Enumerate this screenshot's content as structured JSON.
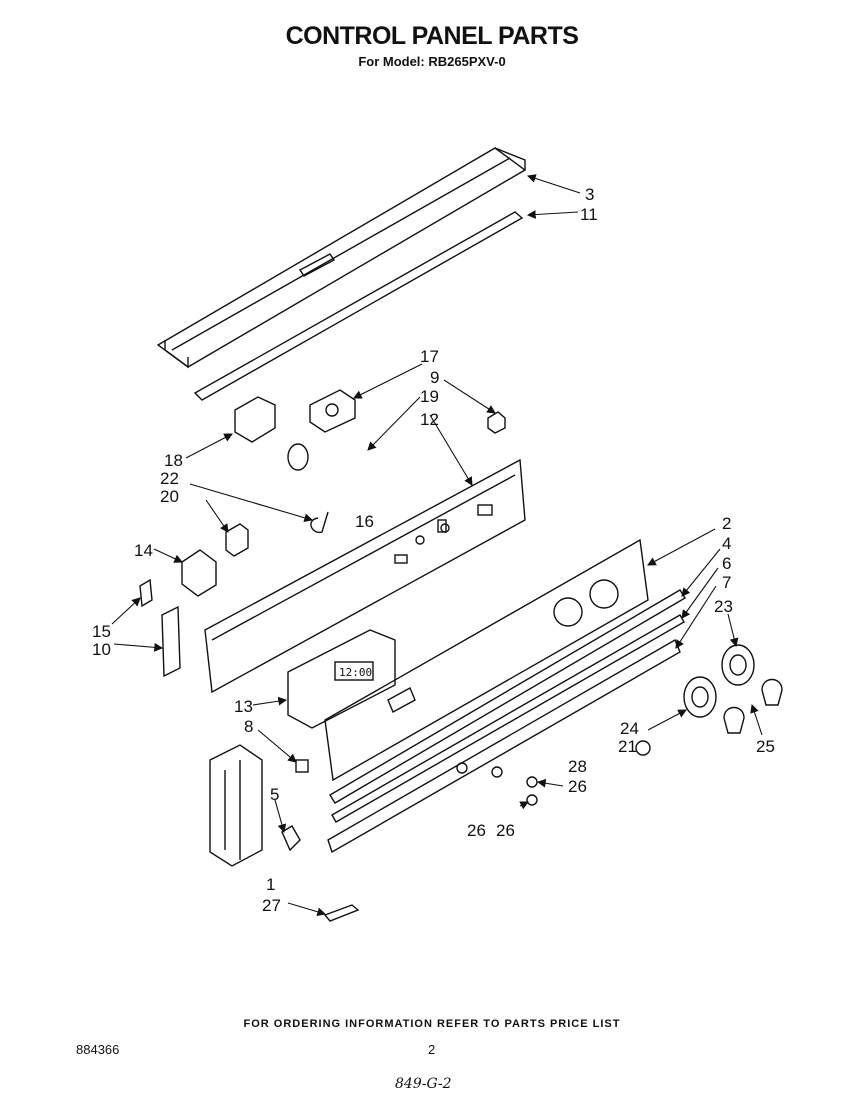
{
  "header": {
    "title": "CONTROL PANEL PARTS",
    "subtitle": "For Model: RB265PXV-0"
  },
  "callouts": [
    "1",
    "2",
    "3",
    "4",
    "5",
    "6",
    "7",
    "8",
    "9",
    "10",
    "11",
    "12",
    "13",
    "14",
    "15",
    "16",
    "17",
    "18",
    "19",
    "20",
    "21",
    "22",
    "23",
    "24",
    "25",
    "26",
    "26",
    "26",
    "27",
    "28"
  ],
  "footer": {
    "note": "FOR ORDERING INFORMATION REFER TO PARTS PRICE LIST",
    "doc_number": "884366",
    "page_number": "2",
    "handwritten": "849-G-2"
  },
  "display_readout": "12:00"
}
